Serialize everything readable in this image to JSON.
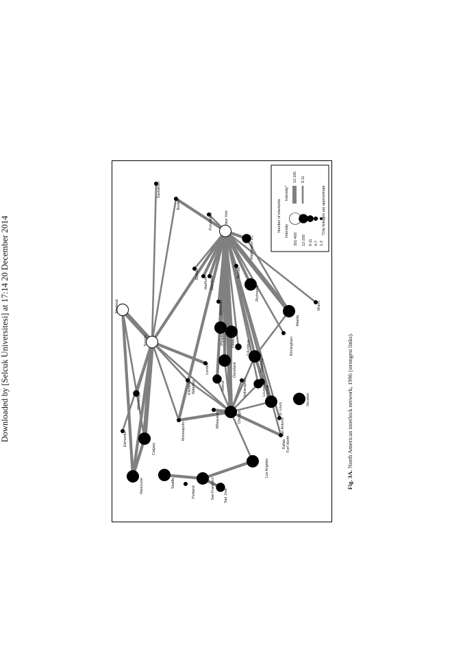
{
  "download_note": "Downloaded by [Selcuk Universitesi] at 17:14 20 December 2014",
  "caption": {
    "label": "Fig. 3A.",
    "text": "North American interlock network, 1996 (strongest links)."
  },
  "colors": {
    "link": "#808080",
    "node_filled": "#000000",
    "node_open": "#ffffff",
    "outline": "#000000"
  },
  "nodes": [
    {
      "id": "new-york",
      "label": "New York",
      "size": "xl",
      "fill": "open"
    },
    {
      "id": "toronto",
      "label": "Toronto",
      "size": "xl",
      "fill": "open"
    },
    {
      "id": "montreal",
      "label": "Montreal",
      "size": "xl",
      "fill": "open"
    },
    {
      "id": "chicago",
      "label": "Chicago",
      "size": "l",
      "fill": "filled"
    },
    {
      "id": "los-angeles",
      "label": "Los Angeles",
      "size": "l",
      "fill": "filled"
    },
    {
      "id": "san-francisco",
      "label": "San Francisco",
      "size": "l",
      "fill": "filled"
    },
    {
      "id": "san-jose",
      "label": "San Jose",
      "size": "m",
      "fill": "filled"
    },
    {
      "id": "seattle",
      "label": "Seattle",
      "size": "l",
      "fill": "filled"
    },
    {
      "id": "portland",
      "label": "Portland",
      "size": "xs",
      "fill": "filled"
    },
    {
      "id": "vancouver",
      "label": "Vancouver",
      "size": "l",
      "fill": "filled"
    },
    {
      "id": "calgary",
      "label": "Calgary",
      "size": "l",
      "fill": "filled"
    },
    {
      "id": "edmonton",
      "label": "Edmonton",
      "size": "xs",
      "fill": "filled"
    },
    {
      "id": "winnipeg",
      "label": "Winnipeg",
      "size": "s",
      "fill": "filled"
    },
    {
      "id": "minneapolis",
      "label": "Minneapolis",
      "size": "xs",
      "fill": "filled"
    },
    {
      "id": "milwaukee",
      "label": "Milwaukee",
      "size": "xs",
      "fill": "filled"
    },
    {
      "id": "detroit",
      "label": "Detroit",
      "size": "m",
      "fill": "filled"
    },
    {
      "id": "cleveland",
      "label": "Cleveland",
      "size": "l",
      "fill": "filled"
    },
    {
      "id": "cincinnati",
      "label": "Cincinnati",
      "size": "m",
      "fill": "filled"
    },
    {
      "id": "indianapolis",
      "label": "Indianapolis",
      "size": "xs",
      "fill": "filled"
    },
    {
      "id": "columbus",
      "label": "Columbus",
      "size": "s",
      "fill": "filled"
    },
    {
      "id": "pittsburgh",
      "label": "Pittsburgh",
      "size": "l",
      "fill": "filled"
    },
    {
      "id": "philadelphia",
      "label": "Philadelphia",
      "size": "l",
      "fill": "filled"
    },
    {
      "id": "allentown",
      "label": "Allentown",
      "size": "xs",
      "fill": "filled"
    },
    {
      "id": "hartford",
      "label": "Hartford",
      "size": "xs",
      "fill": "filled"
    },
    {
      "id": "stamford",
      "label": "Stamford",
      "size": "xs",
      "fill": "filled"
    },
    {
      "id": "buffalo",
      "label": "Buffalo",
      "size": "xs",
      "fill": "filled"
    },
    {
      "id": "providence",
      "label": "Providence",
      "size": "xs",
      "fill": "filled"
    },
    {
      "id": "boston",
      "label": "Boston",
      "size": "xs",
      "fill": "filled"
    },
    {
      "id": "saskatoon",
      "label": "Saskatoon",
      "size": "xs",
      "fill": "filled"
    },
    {
      "id": "washington-dc",
      "label": "Washington DC",
      "size": "m",
      "fill": "filled"
    },
    {
      "id": "norfolk",
      "label": "Norfolk",
      "size": "xs",
      "fill": "filled"
    },
    {
      "id": "richmond",
      "label": "Richmond",
      "size": "l",
      "fill": "filled"
    },
    {
      "id": "atlanta",
      "label": "Atlanta",
      "size": "l",
      "fill": "filled"
    },
    {
      "id": "birmingham",
      "label": "Birmingham",
      "size": "xs",
      "fill": "filled"
    },
    {
      "id": "miami",
      "label": "Miami",
      "size": "xs",
      "fill": "filled"
    },
    {
      "id": "charlotte",
      "label": "Charlotte",
      "size": "l",
      "fill": "filled"
    },
    {
      "id": "louisville",
      "label": "Louisville",
      "size": "s",
      "fill": "filled"
    },
    {
      "id": "st-louis",
      "label": "St. Louis",
      "size": "l",
      "fill": "filled"
    },
    {
      "id": "houston",
      "label": "Houston",
      "size": "l",
      "fill": "filled"
    },
    {
      "id": "san-antonio",
      "label": "San Antonio",
      "size": "xs",
      "fill": "filled"
    },
    {
      "id": "dallas-fort-worth",
      "label": "Dallas\nFort Worth",
      "size": "xs",
      "fill": "filled"
    },
    {
      "id": "london",
      "label": "London",
      "size": "xs",
      "fill": "filled"
    },
    {
      "id": "kitchener-waterloo",
      "label": "Kitchener\nWaterloo",
      "size": "xs",
      "fill": "filled"
    }
  ],
  "links": [
    {
      "a": "new-york",
      "b": "chicago",
      "weight": 3
    },
    {
      "a": "new-york",
      "b": "philadelphia",
      "weight": 3
    },
    {
      "a": "new-york",
      "b": "pittsburgh",
      "weight": 2
    },
    {
      "a": "new-york",
      "b": "cleveland",
      "weight": 2
    },
    {
      "a": "new-york",
      "b": "atlanta",
      "weight": 3
    },
    {
      "a": "new-york",
      "b": "richmond",
      "weight": 2
    },
    {
      "a": "new-york",
      "b": "boston",
      "weight": 2
    },
    {
      "a": "new-york",
      "b": "stamford",
      "weight": 2
    },
    {
      "a": "new-york",
      "b": "hartford",
      "weight": 2
    },
    {
      "a": "new-york",
      "b": "washington-dc",
      "weight": 2
    },
    {
      "a": "new-york",
      "b": "miami",
      "weight": 1
    },
    {
      "a": "new-york",
      "b": "toronto",
      "weight": 2
    },
    {
      "a": "new-york",
      "b": "minneapolis",
      "weight": 2
    },
    {
      "a": "new-york",
      "b": "detroit",
      "weight": 2
    },
    {
      "a": "new-york",
      "b": "cincinnati",
      "weight": 1
    },
    {
      "a": "new-york",
      "b": "columbus",
      "weight": 1
    },
    {
      "a": "new-york",
      "b": "charlotte",
      "weight": 1
    },
    {
      "a": "new-york",
      "b": "allentown",
      "weight": 1
    },
    {
      "a": "new-york",
      "b": "st-louis",
      "weight": 1
    },
    {
      "a": "new-york",
      "b": "dallas-fort-worth",
      "weight": 1
    },
    {
      "a": "new-york",
      "b": "providence",
      "weight": 1
    },
    {
      "a": "new-york",
      "b": "buffalo",
      "weight": 1
    },
    {
      "a": "new-york",
      "b": "birmingham",
      "weight": 1
    },
    {
      "a": "new-york",
      "b": "louisville",
      "weight": 1
    },
    {
      "a": "new-york",
      "b": "norfolk",
      "weight": 1
    },
    {
      "a": "washington-dc",
      "b": "atlanta",
      "weight": 1
    },
    {
      "a": "toronto",
      "b": "montreal",
      "weight": 3
    },
    {
      "a": "toronto",
      "b": "calgary",
      "weight": 3
    },
    {
      "a": "toronto",
      "b": "vancouver",
      "weight": 2
    },
    {
      "a": "toronto",
      "b": "winnipeg",
      "weight": 2
    },
    {
      "a": "toronto",
      "b": "saskatoon",
      "weight": 1
    },
    {
      "a": "toronto",
      "b": "boston",
      "weight": 1
    },
    {
      "a": "toronto",
      "b": "london",
      "weight": 2
    },
    {
      "a": "toronto",
      "b": "kitchener-waterloo",
      "weight": 1
    },
    {
      "a": "toronto",
      "b": "minneapolis",
      "weight": 1
    },
    {
      "a": "toronto",
      "b": "chicago",
      "weight": 1
    },
    {
      "a": "toronto",
      "b": "edmonton",
      "weight": 1
    },
    {
      "a": "montreal",
      "b": "vancouver",
      "weight": 2
    },
    {
      "a": "montreal",
      "b": "calgary",
      "weight": 1
    },
    {
      "a": "calgary",
      "b": "vancouver",
      "weight": 2
    },
    {
      "a": "chicago",
      "b": "minneapolis",
      "weight": 2
    },
    {
      "a": "chicago",
      "b": "milwaukee",
      "weight": 2
    },
    {
      "a": "chicago",
      "b": "los-angeles",
      "weight": 1
    },
    {
      "a": "chicago",
      "b": "dallas-fort-worth",
      "weight": 2
    },
    {
      "a": "chicago",
      "b": "st-louis",
      "weight": 1
    },
    {
      "a": "chicago",
      "b": "detroit",
      "weight": 1
    },
    {
      "a": "chicago",
      "b": "cleveland",
      "weight": 1
    },
    {
      "a": "chicago",
      "b": "indianapolis",
      "weight": 1
    },
    {
      "a": "chicago",
      "b": "cincinnati",
      "weight": 1
    },
    {
      "a": "chicago",
      "b": "kitchener-waterloo",
      "weight": 1
    },
    {
      "a": "chicago",
      "b": "charlotte",
      "weight": 1
    },
    {
      "a": "chicago",
      "b": "pittsburgh",
      "weight": 1
    },
    {
      "a": "los-angeles",
      "b": "san-francisco",
      "weight": 2
    },
    {
      "a": "san-francisco",
      "b": "seattle",
      "weight": 2
    },
    {
      "a": "san-francisco",
      "b": "san-jose",
      "weight": 2
    },
    {
      "a": "charlotte",
      "b": "st-louis",
      "weight": 2
    },
    {
      "a": "atlanta",
      "b": "charlotte",
      "weight": 1
    },
    {
      "a": "new-york",
      "b": "san-antonio",
      "weight": 1
    }
  ],
  "legend": {
    "title": "Number of interlocks",
    "node_header": "Intensity",
    "link_header": "Intensity*",
    "node_rows": [
      "301-400",
      "12-200",
      "8-11",
      "4-7",
      "1-3"
    ],
    "link_rows": [
      "12-185",
      "8-11"
    ],
    "note": "*City linkages are approximate"
  }
}
